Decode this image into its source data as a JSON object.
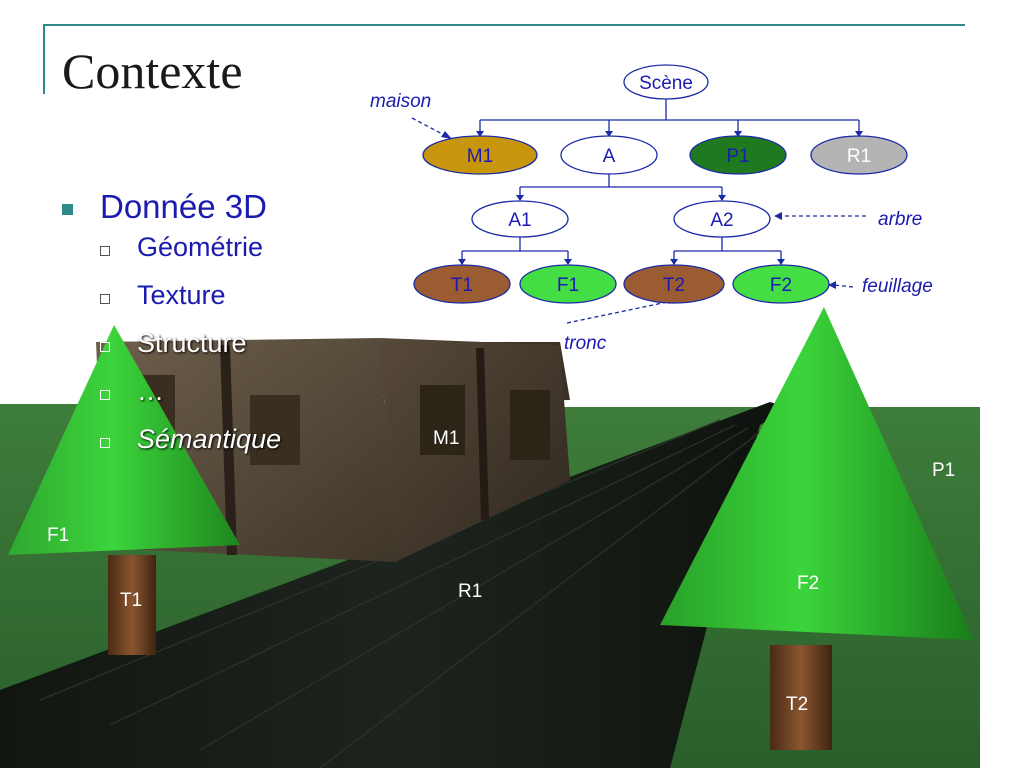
{
  "slide": {
    "title": "Contexte"
  },
  "bullets": {
    "main": "Donnée 3D",
    "sub": [
      "Géométrie",
      "Texture",
      "Structure",
      "…",
      "Sémantique"
    ]
  },
  "tree": {
    "root": "Scène",
    "level1": [
      "M1",
      "A",
      "P1",
      "R1"
    ],
    "level2": [
      "A1",
      "A2"
    ],
    "level3": [
      "T1",
      "F1",
      "T2",
      "F2"
    ],
    "annotations": {
      "maison": "maison",
      "arbre": "arbre",
      "feuillage": "feuillage",
      "tronc": "tronc"
    }
  },
  "scene_labels": {
    "m1": "M1",
    "p1": "P1",
    "f1": "F1",
    "t1": "T1",
    "r1": "R1",
    "f2": "F2",
    "t2": "T2"
  },
  "colors": {
    "accent": "#2e8b8b",
    "text_blue": "#1b1bb0",
    "house_node": "#c8960c",
    "grass_node": "#1f7a1f",
    "road_node": "#b4b4b4",
    "trunk_node": "#9a5c30",
    "leaf_node": "#44dd44",
    "grass": "#2f6b2f"
  }
}
